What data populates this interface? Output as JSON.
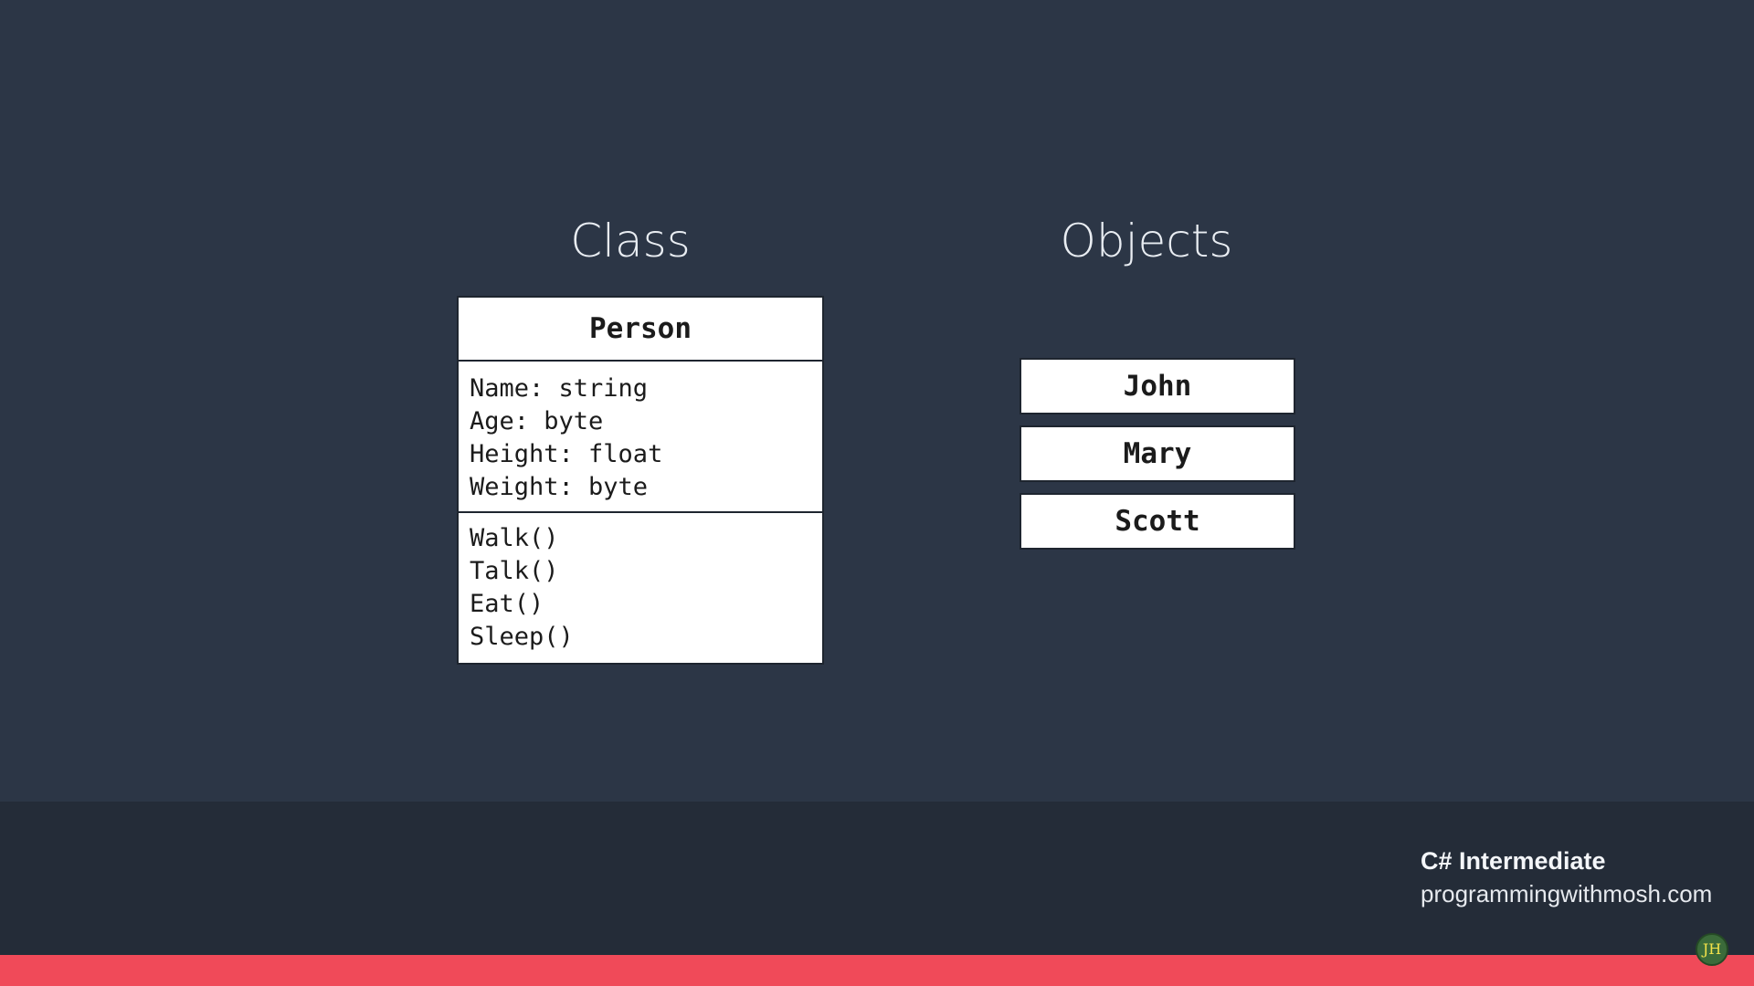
{
  "headings": {
    "class": "Class",
    "objects": "Objects"
  },
  "class_box": {
    "name": "Person",
    "attributes": [
      "Name: string",
      "Age: byte",
      "Height: float",
      "Weight: byte"
    ],
    "methods": [
      "Walk()",
      "Talk()",
      "Eat()",
      "Sleep()"
    ]
  },
  "objects": [
    "John",
    "Mary",
    "Scott"
  ],
  "footer": {
    "course": "C# Intermediate",
    "site": "programmingwithmosh.com",
    "avatar_initials": "JH",
    "accent_color": "#f04a59"
  }
}
